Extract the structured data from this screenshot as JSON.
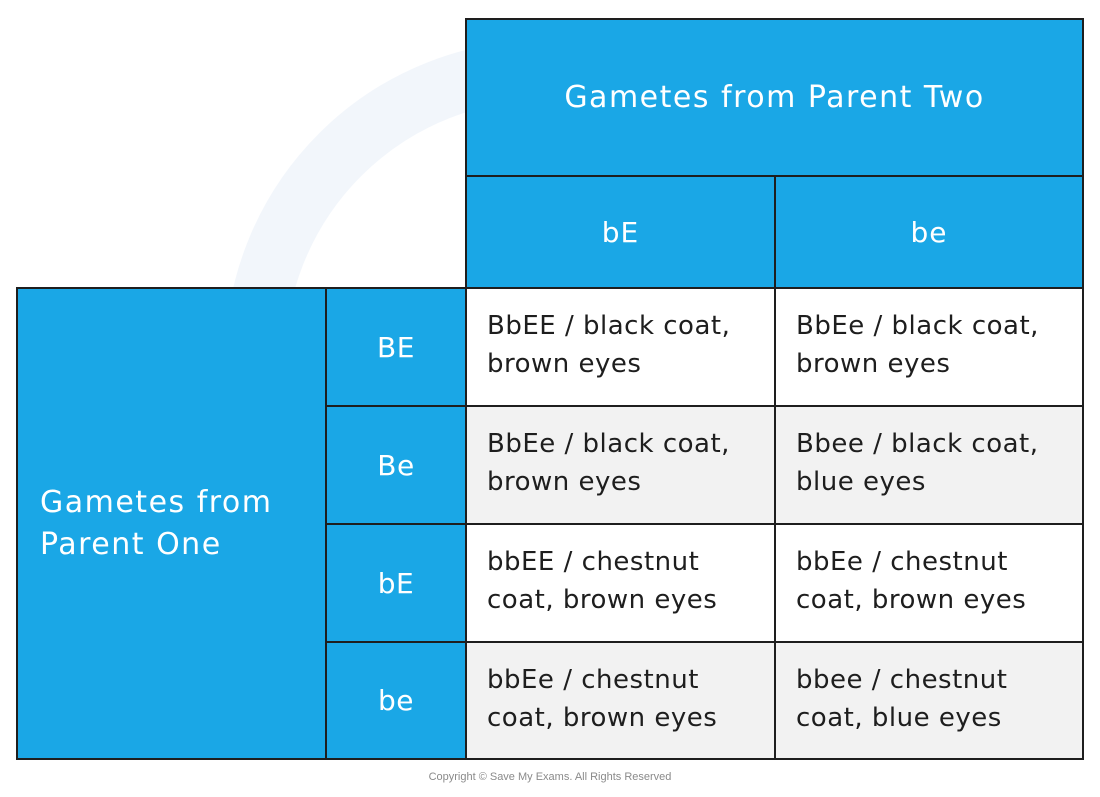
{
  "header": {
    "parent_two": "Gametes from Parent Two",
    "columns": [
      "bE",
      "be"
    ]
  },
  "parent_one": {
    "line1": "Gametes from",
    "line2": "Parent One",
    "rows": [
      "BE",
      "Be",
      "bE",
      "be"
    ]
  },
  "cells": [
    [
      {
        "line1": "BbEE / black coat,",
        "line2": "brown eyes"
      },
      {
        "line1": "BbEe / black coat,",
        "line2": "brown eyes"
      }
    ],
    [
      {
        "line1": "BbEe / black coat,",
        "line2": "brown eyes"
      },
      {
        "line1": "Bbee / black coat,",
        "line2": "blue eyes"
      }
    ],
    [
      {
        "line1": "bbEE / chestnut",
        "line2": "coat, brown eyes"
      },
      {
        "line1": "bbEe / chestnut",
        "line2": "coat, brown eyes"
      }
    ],
    [
      {
        "line1": "bbEe / chestnut",
        "line2": "coat, brown eyes"
      },
      {
        "line1": "bbee / chestnut",
        "line2": "coat, blue eyes"
      }
    ]
  ],
  "footer": {
    "copyright": "Copyright © Save My Exams. All Rights Reserved"
  },
  "colors": {
    "header_blue": "#1aa7e6",
    "border": "#1e1e1e",
    "alt_row": "#f2f2f2"
  }
}
